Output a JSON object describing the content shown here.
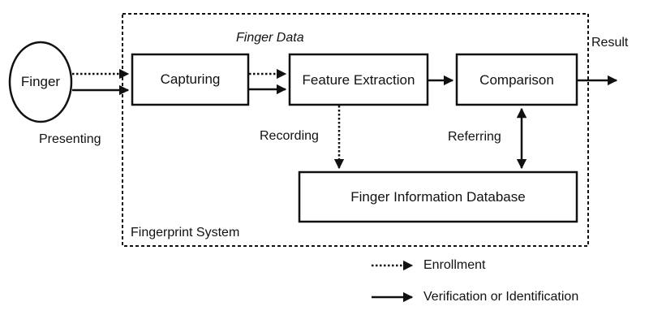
{
  "diagram": {
    "system_label": "Fingerprint System",
    "finger_data_label": "Finger Data",
    "nodes": {
      "finger": "Finger",
      "capturing": "Capturing",
      "feature_extraction": "Feature Extraction",
      "comparison": "Comparison",
      "database": "Finger Information Database"
    },
    "edge_labels": {
      "presenting": "Presenting",
      "recording": "Recording",
      "referring": "Referring",
      "result": "Result"
    }
  },
  "legend": {
    "enrollment": "Enrollment",
    "verification": "Verification or Identification"
  }
}
